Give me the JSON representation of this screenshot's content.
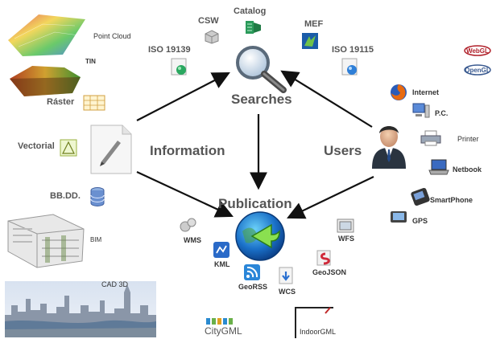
{
  "center": {
    "searches": "Searches",
    "publication": "Publication",
    "information": "Information",
    "users": "Users"
  },
  "left": {
    "point_cloud": "Point Cloud",
    "tin": "TIN",
    "raster": "Ráster",
    "vectorial": "Vectorial",
    "bbdd": "BB.DD.",
    "bim": "BIM",
    "cad3d": "CAD 3D"
  },
  "search_services": {
    "csw": "CSW",
    "catalog": "Catalog",
    "iso19139": "ISO 19139",
    "mef": "MEF",
    "iso19115": "ISO 19115"
  },
  "user_devices": {
    "internet": "Internet",
    "pc": "P.C.",
    "printer": "Printer",
    "netbook": "Netbook",
    "smartphone": "SmartPhone",
    "gps": "GPS"
  },
  "publication_services": {
    "wms": "WMS",
    "kml": "KML",
    "georss": "GeoRSS",
    "wcs": "WCS",
    "wfs": "WFS",
    "geojson": "GeoJSON"
  },
  "bottom": {
    "citygml": "CityGML",
    "indoorgml": "IndoorGML"
  },
  "logos": {
    "webgl": "WebGL",
    "opengl": "OpenGL"
  }
}
